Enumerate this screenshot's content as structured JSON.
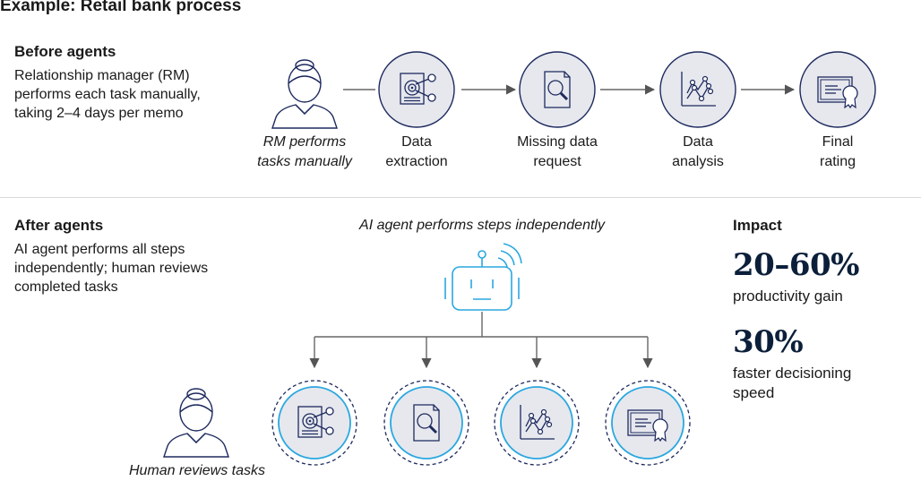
{
  "title": "Example: Retail bank process",
  "before": {
    "heading": "Before agents",
    "description": [
      "Relationship manager (RM)",
      "performs each task manually,",
      "taking 2–4 days per memo"
    ],
    "person_caption": [
      "RM performs",
      "tasks manually"
    ],
    "steps": [
      {
        "icon": "data-extraction-icon",
        "label": [
          "Data",
          "extraction"
        ]
      },
      {
        "icon": "magnifier-icon",
        "label": [
          "Missing data",
          "request"
        ]
      },
      {
        "icon": "line-chart-icon",
        "label": [
          "Data",
          "analysis"
        ]
      },
      {
        "icon": "certificate-icon",
        "label": [
          "Final",
          "rating"
        ]
      }
    ]
  },
  "after": {
    "heading": "After agents",
    "description": [
      "AI agent performs all steps",
      "independently; human reviews",
      "completed tasks"
    ],
    "agent_caption": "AI agent performs steps independently",
    "human_caption": "Human reviews tasks"
  },
  "impact": {
    "heading": "Impact",
    "metrics": [
      {
        "value": "20–60%",
        "label": [
          "productivity gain"
        ]
      },
      {
        "value": "30%",
        "label": [
          "faster decisioning",
          "speed"
        ]
      }
    ]
  },
  "colors": {
    "navy": "#1e2a5e",
    "circle_fill": "#e6e8ee",
    "accent_blue": "#2aa7df",
    "arrow_gray": "#666666"
  }
}
